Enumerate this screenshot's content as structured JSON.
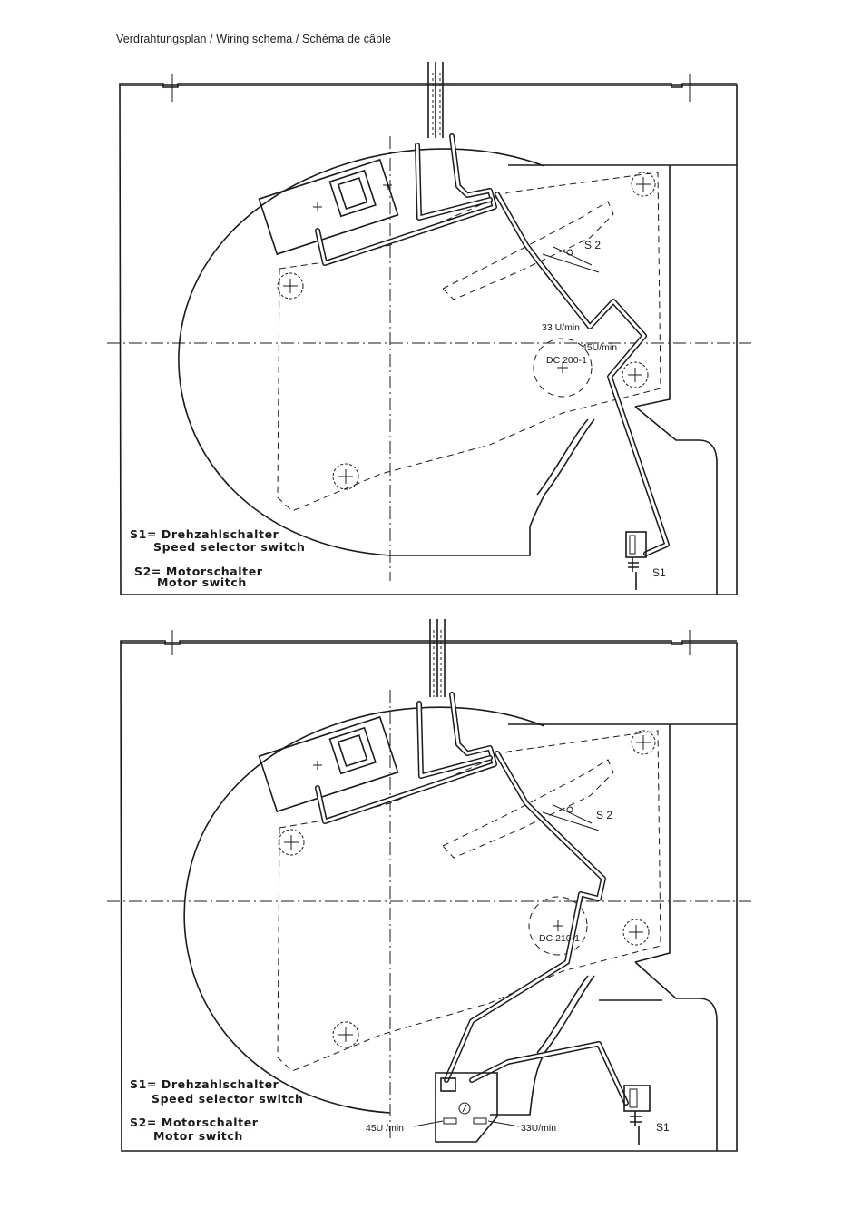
{
  "header": {
    "title": "Verdrahtungsplan / Wiring schema / Schéma de câble"
  },
  "diagrams": [
    {
      "legend": {
        "s1_de": "S1= Drehzahlschalter",
        "s1_en": "Speed selector switch",
        "s2_de": "S2= Motorschalter",
        "s2_en": "Motor switch"
      },
      "labels": {
        "s2": "S 2",
        "s1": "S1",
        "speed_33": "33 U/min",
        "speed_45": "45U/min",
        "motor": "DC 200-1"
      }
    },
    {
      "legend": {
        "s1_de": "S1= Drehzahlschalter",
        "s1_en": "Speed selector switch",
        "s2_de": "S2= Motorschalter",
        "s2_en": "Motor switch"
      },
      "labels": {
        "s2": "S 2",
        "s1": "S1",
        "speed_45": "45U /min",
        "speed_33": "33U/min",
        "motor": "DC 210-1"
      }
    }
  ]
}
